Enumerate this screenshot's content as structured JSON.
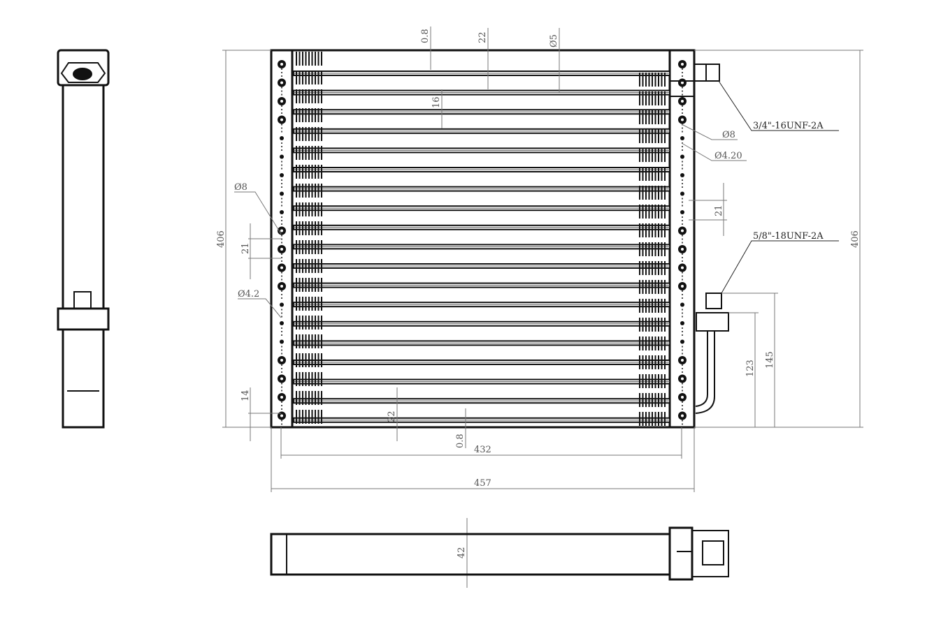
{
  "title": "Condenser technical drawing",
  "dimensions": {
    "fin_thickness_top": "0.8",
    "tube_pitch_top": "22",
    "tube_dia_top": "Ø5",
    "tube_gap": "16",
    "height_left": "406",
    "height_right": "406",
    "hole_pitch_left": "21",
    "hole_pitch_right": "21",
    "hole_big_left": "Ø8",
    "hole_small_left": "Ø4.2",
    "hole_big_right": "Ø8",
    "hole_small_right": "Ø4.20",
    "bottom_offset": "14",
    "tube_pitch_bottom": "22",
    "fin_thickness_bottom": "0.8",
    "inner_width": "432",
    "overall_width": "457",
    "fitting_height_low": "123",
    "fitting_height_high": "145",
    "depth": "42"
  },
  "callouts": {
    "inlet_fitting": "3/4\"-16UNF-2A",
    "outlet_fitting": "5/8\"-18UNF-2A"
  }
}
